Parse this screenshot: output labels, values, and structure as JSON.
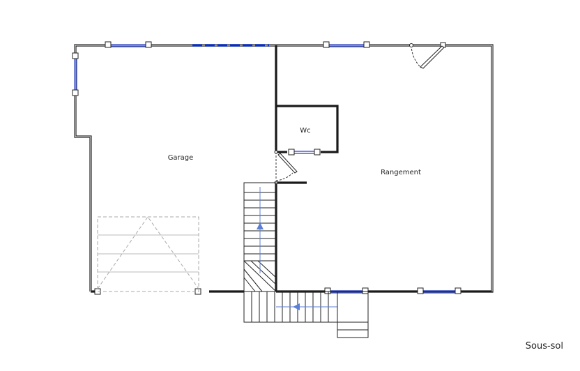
{
  "rooms": {
    "garage": "Garage",
    "wc": "Wc",
    "rangement": "Rangement"
  },
  "level": "Sous-sol",
  "colors": {
    "wall": "#1a1a1a",
    "window": "#4a5fd0",
    "window_highlight": "#0a2fbf",
    "stair_arrow": "#5b7fd6",
    "garage_door": "#aaaaaa"
  }
}
